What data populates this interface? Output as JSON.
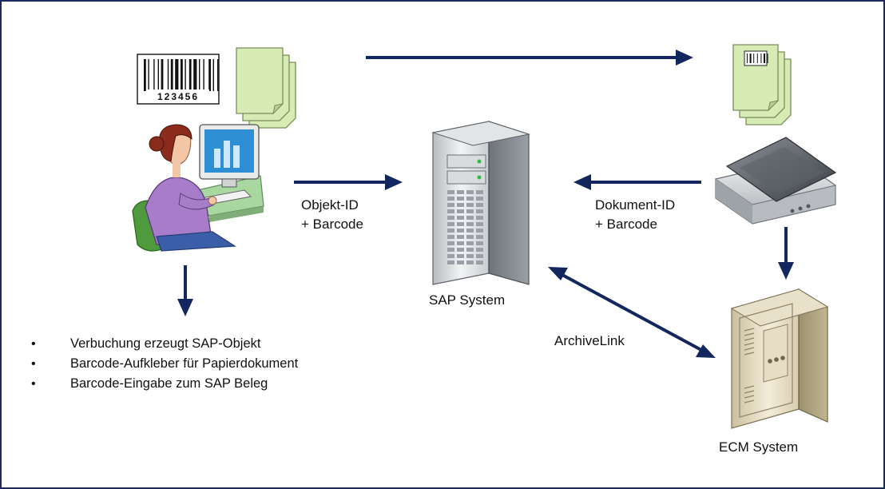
{
  "colors": {
    "frame": "#1b2a5e",
    "arrow": "#13265e",
    "paper": "#d6ecb4",
    "paper_edge": "#7a8d5c"
  },
  "icons": {
    "barcode": "barcode-icon",
    "paper_stack": "paper-document-stack-icon",
    "barcoded_paper_stack": "barcoded-paper-document-stack-icon",
    "user": "user-at-computer-icon",
    "sap_server": "server-tower-icon",
    "scanner": "flatbed-scanner-icon",
    "ecm_server": "ecm-server-cabinet-icon"
  },
  "diagram": {
    "barcode_number": "123456",
    "labels": {
      "objekt_id_line1": "Objekt-ID",
      "objekt_id_line2": "+ Barcode",
      "dokument_id_line1": "Dokument-ID",
      "dokument_id_line2": "+ Barcode",
      "sap_system": "SAP System",
      "archivelink": "ArchiveLink",
      "ecm_system": "ECM System"
    },
    "bullets": [
      "Verbuchung erzeugt SAP-Objekt",
      "Barcode-Aufkleber für Papierdokument",
      "Barcode-Eingabe zum SAP Beleg"
    ]
  }
}
